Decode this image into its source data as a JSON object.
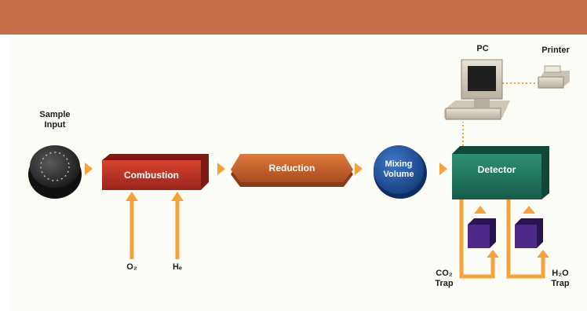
{
  "labels": {
    "sample_input": "Sample\nInput",
    "pc": "PC",
    "printer": "Printer",
    "combustion": "Combustion",
    "reduction": "Reduction",
    "mixing_volume": "Mixing\nVolume",
    "detector": "Detector",
    "o2": "O₂",
    "he": "Hₑ",
    "co2_trap": "CO₂\nTrap",
    "h2o_trap": "H₂O\nTrap"
  },
  "colors": {
    "border": "#c46f4a",
    "arrow": "#f5a23c",
    "combustion": "#c0352a",
    "reduction": "#c7612c",
    "mixing": "#1d4f9a",
    "detector": "#1f7760",
    "trap": "#4d2a8a"
  }
}
